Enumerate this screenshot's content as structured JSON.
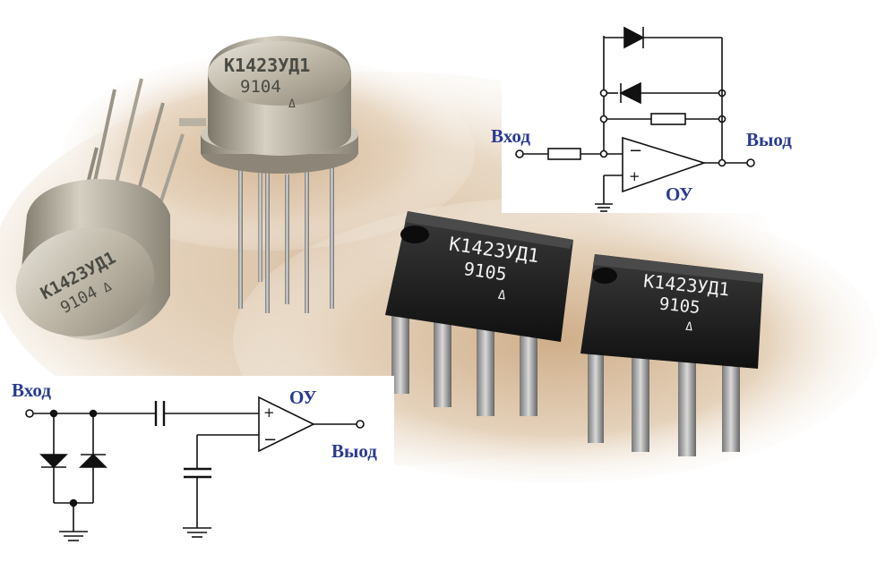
{
  "colors": {
    "label": "#2b3b8f",
    "background_photo": "#e6d3bd",
    "metal_can": "#c8c2b3",
    "dip_body": "#1d1d1d",
    "wire": "#111111"
  },
  "chips": {
    "can_left": {
      "part": "К1423УД1",
      "lot": "9104",
      "logo": "Δ"
    },
    "can_right": {
      "part": "К1423УД1",
      "lot": "9104",
      "logo": "Δ"
    },
    "dip_left": {
      "part": "К1423УД1",
      "lot": "9105",
      "logo": "Δ"
    },
    "dip_right": {
      "part": "К1423УД1",
      "lot": "9105",
      "logo": "Δ"
    }
  },
  "circuit_top": {
    "input_label": "Вход",
    "output_label": "Выод",
    "opamp_label": "ОУ",
    "minus": "−",
    "plus": "+"
  },
  "circuit_bottom": {
    "input_label": "Вход",
    "output_label": "Выод",
    "opamp_label": "ОУ",
    "minus": "−",
    "plus": "+"
  }
}
